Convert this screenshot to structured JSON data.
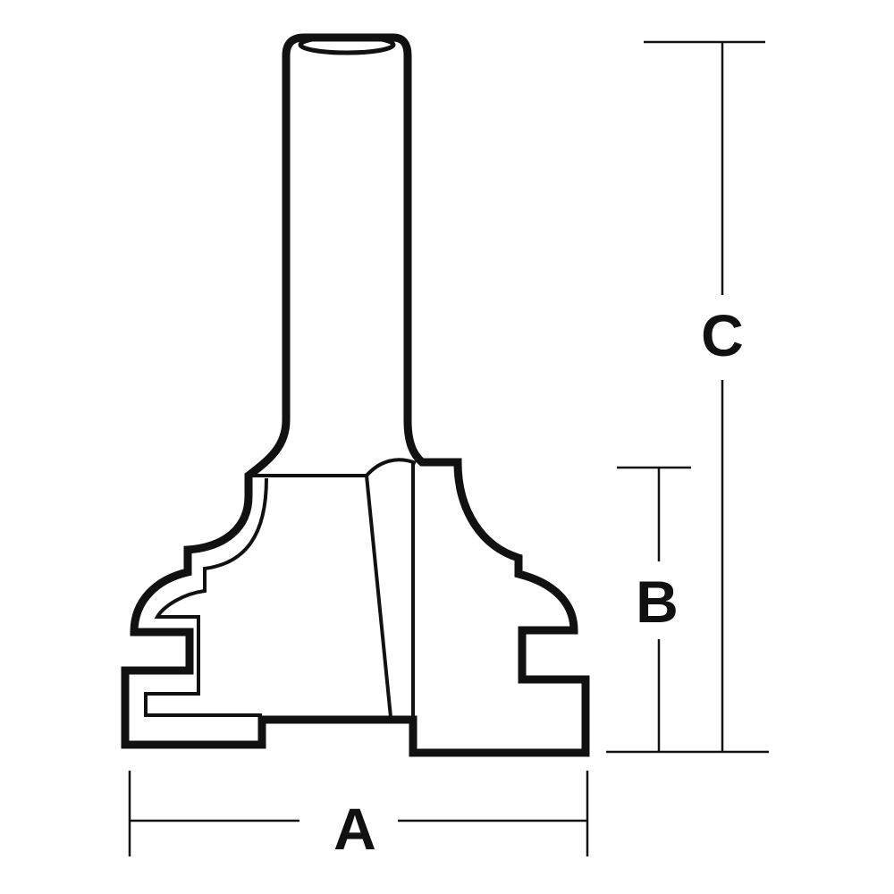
{
  "diagram": {
    "subject": "router-bit",
    "dimensions": {
      "a_label": "A",
      "b_label": "B",
      "c_label": "C"
    },
    "colors": {
      "line": "#111111",
      "background": "#ffffff"
    }
  }
}
